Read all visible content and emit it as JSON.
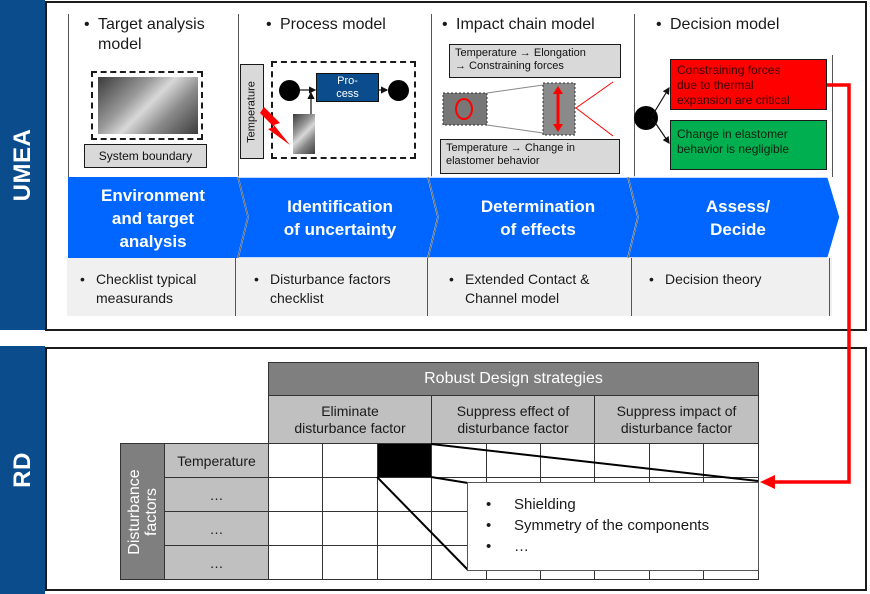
{
  "umea": {
    "label": "UMEA",
    "columns": [
      {
        "title_line1": "Target analysis",
        "title_line2": "model",
        "system_boundary_label": "System boundary"
      },
      {
        "title_line1": "Process model",
        "temperature_label": "Temperature",
        "process_line1": "Pro-",
        "process_line2": "cess"
      },
      {
        "title_line1": "Impact chain model",
        "chain_top_line1": "Temperature → Elongation",
        "chain_top_line2": "→ Constraining forces",
        "chain_bottom_line1": "Temperature → Change in",
        "chain_bottom_line2": "elastomer behavior"
      },
      {
        "title_line1": "Decision model",
        "decision_critical_line1": "Constraining forces",
        "decision_critical_line2": "due to thermal",
        "decision_critical_line3": "expansion are critical",
        "decision_negligible_line1": "Change in elastomer",
        "decision_negligible_line2": "behavior is negligible"
      }
    ],
    "phases": [
      {
        "line1": "Environment",
        "line2": "and target",
        "line3": "analysis"
      },
      {
        "line1": "Identification",
        "line2": "of uncertainty"
      },
      {
        "line1": "Determination",
        "line2": "of effects"
      },
      {
        "line1": "Assess/",
        "line2": "Decide"
      }
    ],
    "methods": [
      {
        "line1": "Checklist typical",
        "line2": "measurands"
      },
      {
        "line1": "Disturbance factors",
        "line2": "checklist"
      },
      {
        "line1": "Extended Contact &",
        "line2": "Channel model"
      },
      {
        "line1": "Decision theory",
        "line2": ""
      }
    ],
    "bullet": "•"
  },
  "rd": {
    "label": "RD",
    "table_title": "Robust Design strategies",
    "strategies": [
      {
        "line1": "Eliminate",
        "line2": "disturbance factor"
      },
      {
        "line1": "Suppress effect of",
        "line2": "disturbance factor"
      },
      {
        "line1": "Suppress impact of",
        "line2": "disturbance factor"
      }
    ],
    "row_group_label_line1": "Disturbance",
    "row_group_label_line2": "factors",
    "rows": [
      "Temperature",
      "…",
      "…",
      "…"
    ],
    "highlighted_cell": {
      "row": 0,
      "column": 2
    },
    "detail_items": [
      "Shielding",
      "Symmetry of the components",
      "…"
    ],
    "detail_bullet": "•"
  },
  "colors": {
    "side_label": "#0b4d8c",
    "phase_chevron": "#0066ff",
    "process_box": "#0b4d8c",
    "critical": "#ff0000",
    "negligible": "#00b050",
    "table_header": "#7f7f7f",
    "table_subheader": "#c0c0c0",
    "connector": "#ff0000"
  }
}
